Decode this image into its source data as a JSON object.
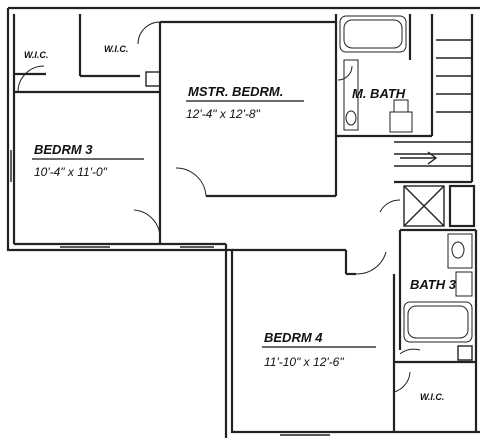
{
  "rooms": {
    "wic_left": {
      "name": "W.I.C."
    },
    "wic_center": {
      "name": "W.I.C."
    },
    "master_bedroom": {
      "name": "MSTR. BEDRM.",
      "size": "12'-4\" x 12'-8\""
    },
    "master_bath": {
      "name": "M. BATH"
    },
    "bedroom3": {
      "name": "BEDRM 3",
      "size": "10'-4\" x 11'-0\""
    },
    "bath3": {
      "name": "BATH 3"
    },
    "bedroom4": {
      "name": "BEDRM 4",
      "size": "11'-10\" x 12'-6\""
    },
    "wic_bottom": {
      "name": "W.I.C."
    }
  },
  "colors": {
    "line": "#222222",
    "background": "#ffffff"
  }
}
